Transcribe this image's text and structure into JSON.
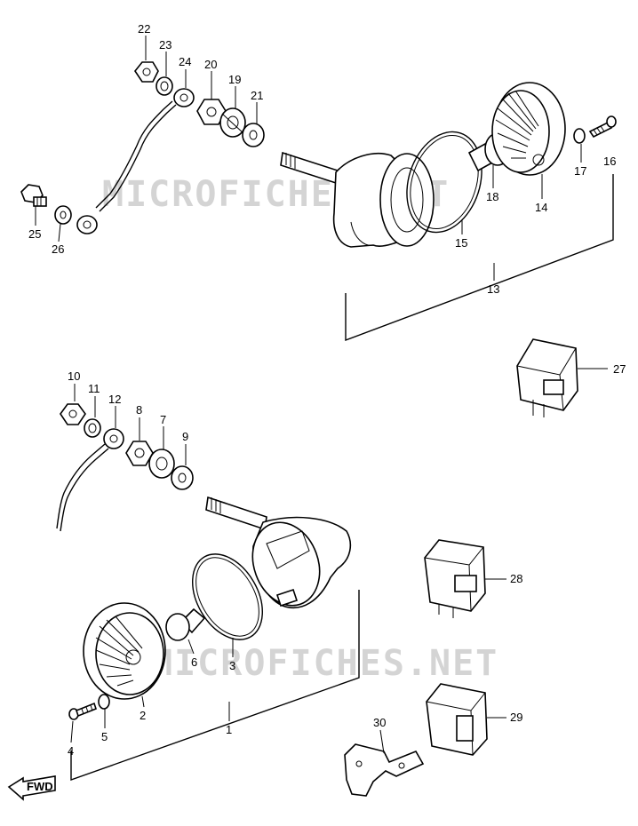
{
  "watermarks": [
    "MICROFICHES.NET",
    "MICROFICHES.NET"
  ],
  "fwd_label": "FWD",
  "callouts": {
    "c1": "1",
    "c2": "2",
    "c3": "3",
    "c4": "4",
    "c5": "5",
    "c6": "6",
    "c7": "7",
    "c8": "8",
    "c9": "9",
    "c10": "10",
    "c11": "11",
    "c12": "12",
    "c13": "13",
    "c14": "14",
    "c15": "15",
    "c16": "16",
    "c17": "17",
    "c18": "18",
    "c19": "19",
    "c20": "20",
    "c21": "21",
    "c22": "22",
    "c23": "23",
    "c24": "24",
    "c25": "25",
    "c26": "26",
    "c27": "27",
    "c28": "28",
    "c29": "29",
    "c30": "30"
  }
}
